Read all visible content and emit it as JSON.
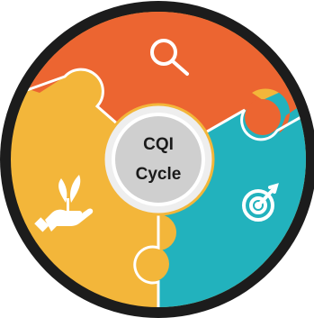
{
  "diagram": {
    "center": {
      "line1": "CQI",
      "line2": "Cycle"
    },
    "segments": [
      {
        "key": "top",
        "color": "#ec6531",
        "icon": "magnifying-glass-icon"
      },
      {
        "key": "right",
        "color": "#22b2bd",
        "icon": "target-icon"
      },
      {
        "key": "left",
        "color": "#f3b63a",
        "icon": "hand-plant-icon"
      }
    ],
    "colors": {
      "outer_ring": "#1c1c1c",
      "hub_ring": "#eeeeee",
      "hub_fill": "#cfcfcf",
      "icon": "#ffffff"
    }
  }
}
